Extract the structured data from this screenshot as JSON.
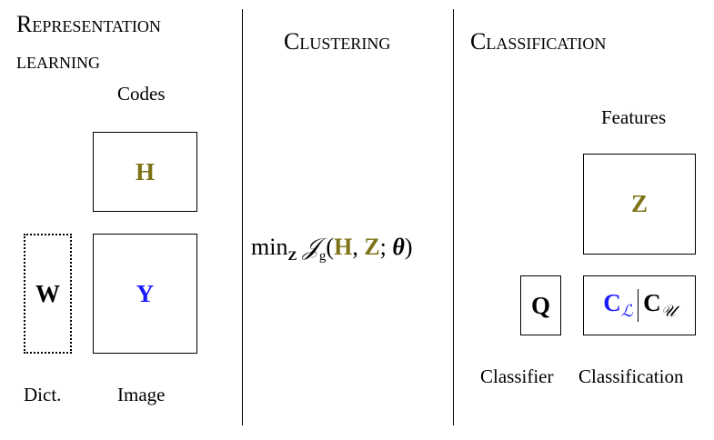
{
  "sections": {
    "representation": {
      "line1": "Representation",
      "line2": "learning"
    },
    "clustering": "Clustering",
    "classification": "Classification"
  },
  "labels": {
    "codes": "Codes",
    "dict": "Dict.",
    "image": "Image",
    "features": "Features",
    "classifier": "Classifier",
    "classification": "Classification"
  },
  "boxes": {
    "h": "H",
    "w": "W",
    "y": "Y",
    "z": "Z",
    "q": "Q",
    "c": "C"
  },
  "formula": {
    "min": "min",
    "min_sub": "Z",
    "j": "𝒥",
    "j_sub": "g",
    "open": "(",
    "h": "H",
    "comma": ", ",
    "z": "Z",
    "semicolon": "; ",
    "theta": "θ",
    "close": ")"
  },
  "class_subscripts": {
    "labeled": "ℒ",
    "unlabeled": "𝒰"
  },
  "colors": {
    "olive": "#7f7317",
    "blue": "#1a1aff",
    "black": "#000000"
  }
}
